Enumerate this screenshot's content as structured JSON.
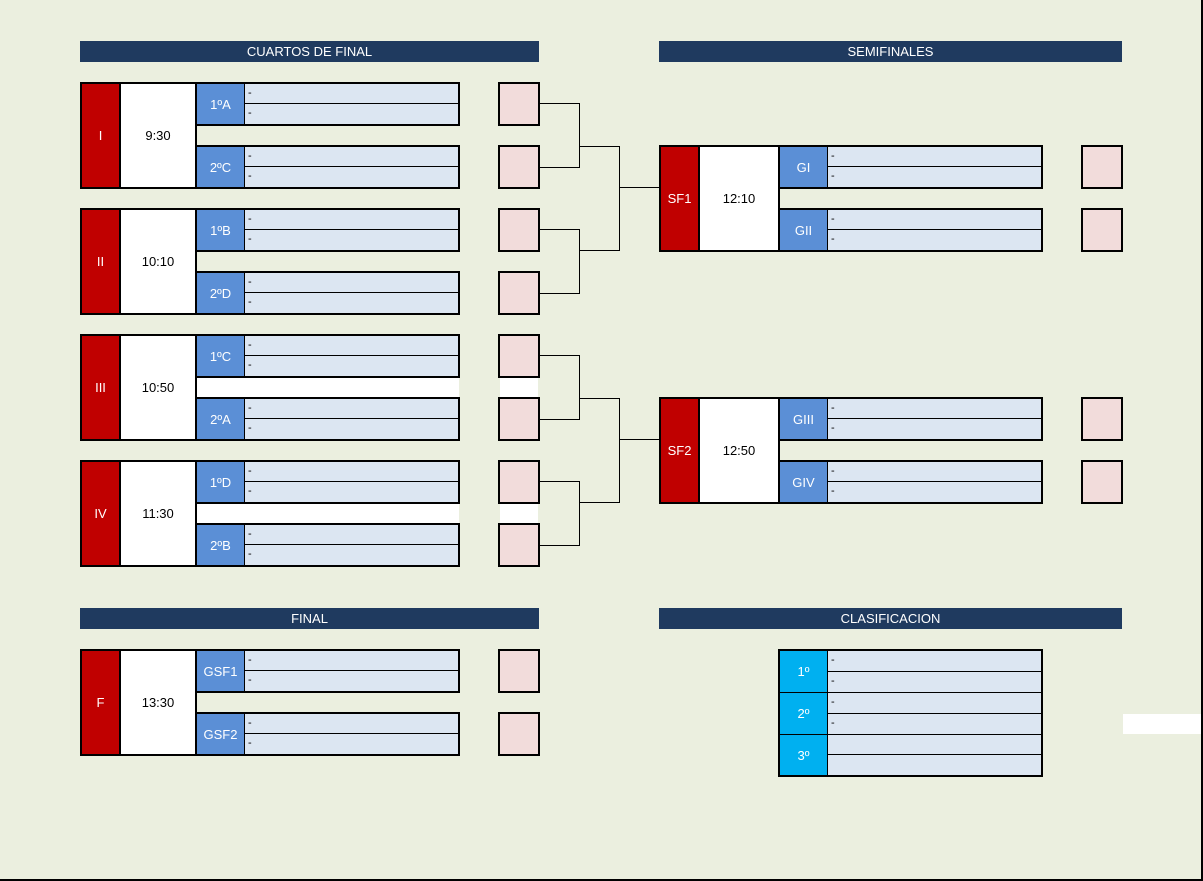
{
  "headers": {
    "quarter": "CUARTOS DE FINAL",
    "semi": "SEMIFINALES",
    "final": "FINAL",
    "clasif": "CLASIFICACION"
  },
  "qf": [
    {
      "id": "I",
      "time": "9:30",
      "t1": "1ºA",
      "t2": "2ºC",
      "p1a": "-",
      "p1b": "-",
      "p2a": "-",
      "p2b": "-"
    },
    {
      "id": "II",
      "time": "10:10",
      "t1": "1ºB",
      "t2": "2ºD",
      "p1a": "-",
      "p1b": "-",
      "p2a": "-",
      "p2b": "-"
    },
    {
      "id": "III",
      "time": "10:50",
      "t1": "1ºC",
      "t2": "2ºA",
      "p1a": "-",
      "p1b": "-",
      "p2a": "-",
      "p2b": "-"
    },
    {
      "id": "IV",
      "time": "11:30",
      "t1": "1ºD",
      "t2": "2ºB",
      "p1a": "-",
      "p1b": "-",
      "p2a": "-",
      "p2b": "-"
    }
  ],
  "sf": [
    {
      "id": "SF1",
      "time": "12:10",
      "t1": "GI",
      "t2": "GII",
      "p1a": "-",
      "p1b": "-",
      "p2a": "-",
      "p2b": "-"
    },
    {
      "id": "SF2",
      "time": "12:50",
      "t1": "GIII",
      "t2": "GIV",
      "p1a": "-",
      "p1b": "-",
      "p2a": "-",
      "p2b": "-"
    }
  ],
  "final": {
    "id": "F",
    "time": "13:30",
    "t1": "GSF1",
    "t2": "GSF2",
    "p1a": "-",
    "p1b": "-",
    "p2a": "-",
    "p2b": "-"
  },
  "clasif": [
    {
      "pos": "1º",
      "a": "-",
      "b": "-"
    },
    {
      "pos": "2º",
      "a": "-",
      "b": "-"
    },
    {
      "pos": "3º",
      "a": "",
      "b": ""
    }
  ],
  "colors": {
    "header": "#1f3a5f",
    "match": "#c00000",
    "team": "#5b8fd6",
    "place": "#00b0f0",
    "cell": "#dce6f2",
    "score": "#f2dcdb",
    "background": "#ebefdf"
  }
}
